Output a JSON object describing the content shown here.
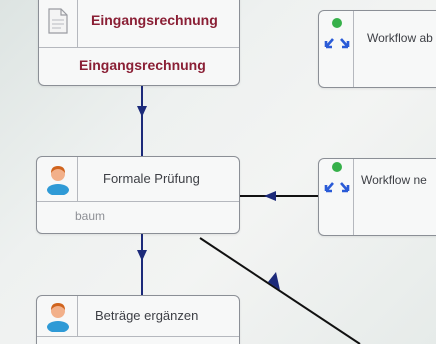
{
  "nodes": {
    "eingangsrechnung": {
      "title": "Eingangsrechnung",
      "subtitle": "Eingangsrechnung"
    },
    "formale_pruefung": {
      "title": "Formale Prüfung",
      "subtitle": "baum"
    },
    "betraege_ergaenzen": {
      "title": "Beträge ergänzen"
    },
    "workflow_top": {
      "title": "Workflow ab"
    },
    "workflow_mid": {
      "title": "Workflow ne"
    }
  },
  "colors": {
    "accent": "#8a1f35",
    "marker": "#b7223c",
    "connector": "#1c2a7a",
    "user_shirt": "#2f9ad6",
    "user_face": "#f2b08a",
    "user_hair": "#d0641e",
    "workflow_green": "#36b04a",
    "workflow_arrows": "#2a5bd7"
  },
  "icons": [
    "document-icon",
    "user-icon",
    "workflow-icon"
  ]
}
